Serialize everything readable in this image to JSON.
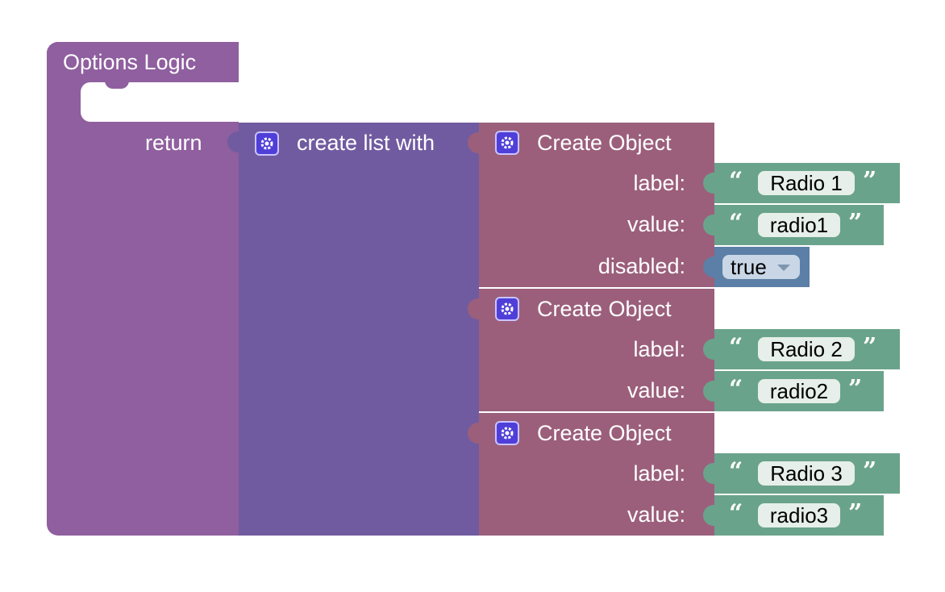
{
  "procedure": {
    "title": "Options Logic",
    "return_label": "return"
  },
  "list_block": {
    "label": "create list with",
    "icon": "gear-icon"
  },
  "objects": [
    {
      "title": "Create Object",
      "fields": [
        {
          "label": "label:",
          "value": "Radio 1"
        },
        {
          "label": "value:",
          "value": "radio1"
        },
        {
          "label": "disabled:",
          "value": "true"
        }
      ]
    },
    {
      "title": "Create Object",
      "fields": [
        {
          "label": "label:",
          "value": "Radio 2"
        },
        {
          "label": "value:",
          "value": "radio2"
        }
      ]
    },
    {
      "title": "Create Object",
      "fields": [
        {
          "label": "label:",
          "value": "Radio 3"
        },
        {
          "label": "value:",
          "value": "radio3"
        }
      ]
    }
  ],
  "colors": {
    "procedure": "#8f5f9f",
    "list": "#715ba0",
    "object": "#9b5f7b",
    "text_string": "#6aa38b",
    "boolean": "#5b7fa6",
    "gear": "#4f3fd8"
  }
}
